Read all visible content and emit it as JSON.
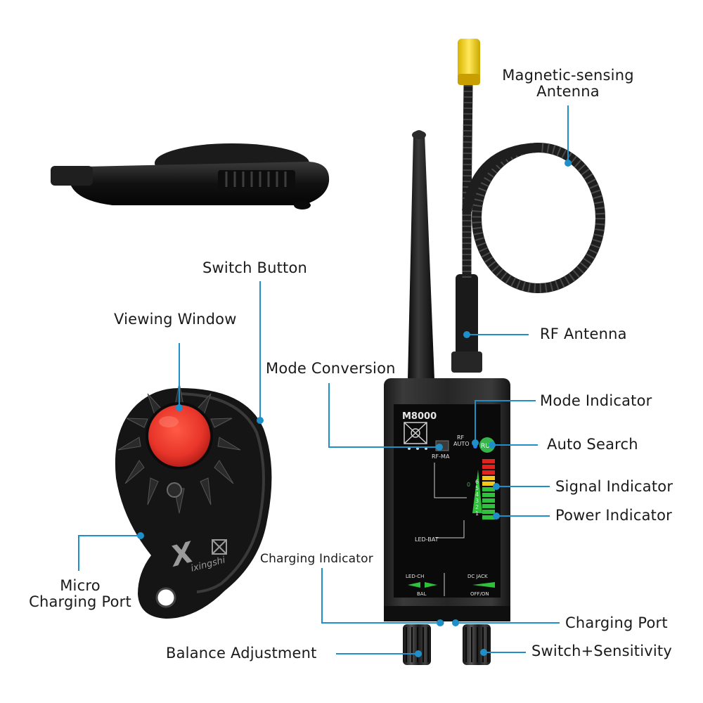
{
  "labels": {
    "magnetic_antenna_line1": "Magnetic-sensing",
    "magnetic_antenna_line2": "Antenna",
    "switch_button": "Switch Button",
    "viewing_window": "Viewing Window",
    "mode_conversion": "Mode Conversion",
    "rf_antenna": "RF Antenna",
    "mode_indicator": "Mode Indicator",
    "auto_search": "Auto Search",
    "signal_indicator": "Signal Indicator",
    "power_indicator": "Power Indicator",
    "charging_indicator": "Charging Indicator",
    "charging_port": "Charging Port",
    "micro_charging_port_line1": "Micro",
    "micro_charging_port_line2": "Charging Port",
    "balance_adjustment": "Balance Adjustment",
    "switch_sensitivity": "Switch+Sensitivity"
  },
  "device": {
    "model": "M8000",
    "rf_label": "RF",
    "auto_label": "AUTO",
    "rf_ma_label": "RF-MA",
    "run_label": "RUN",
    "led_bat_label": "LED-BAT",
    "led_ch_label": "LED-CH",
    "bal_label": "BAL",
    "dc_jack_label": "DC JACK",
    "off_on_label": "OFF/ON",
    "scale": [
      "6",
      "5",
      "4",
      "3",
      "2",
      "1"
    ],
    "zero": "0"
  },
  "lens_device": {
    "brand_initial": "X",
    "brand_name": "ixingshi"
  },
  "colors": {
    "callout_line": "#1f8fc9",
    "led_red": "#e0231c",
    "led_yellow": "#f2c81d",
    "led_green": "#2fc13b",
    "lens_red": "#e8352a",
    "antenna_tip": "#f4d20a",
    "run_green": "#37b54a"
  }
}
